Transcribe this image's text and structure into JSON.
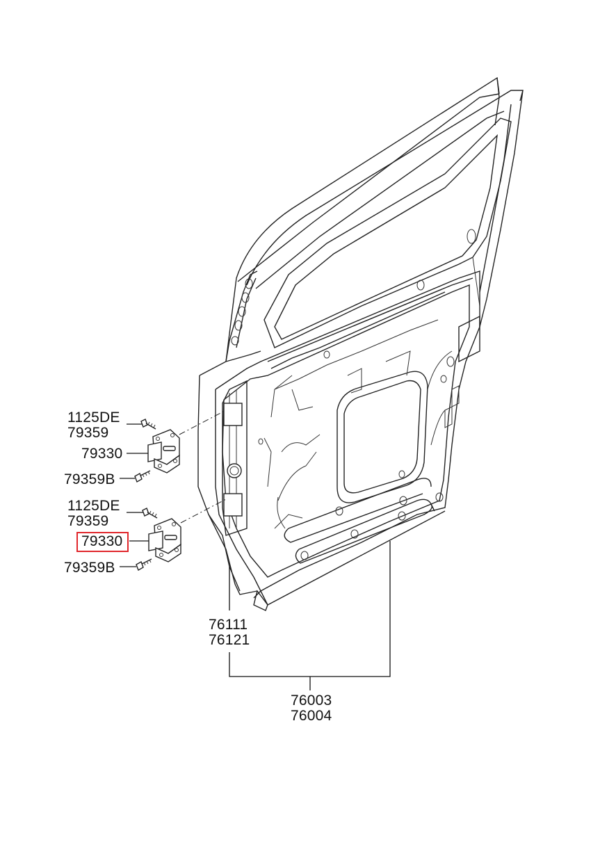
{
  "callouts": {
    "upper_hinge": {
      "bolt_top_1": "1125DE",
      "bolt_top_2": "79359",
      "hinge": "79330",
      "bolt_bottom": "79359B"
    },
    "lower_hinge": {
      "bolt_top_1": "1125DE",
      "bolt_top_2": "79359",
      "hinge": "79330",
      "bolt_bottom": "79359B"
    },
    "panel": {
      "line1": "76111",
      "line2": "76121"
    },
    "assembly": {
      "line1": "76003",
      "line2": "76004"
    }
  },
  "highlight": {
    "part": "79330",
    "color": "#e0262b"
  }
}
